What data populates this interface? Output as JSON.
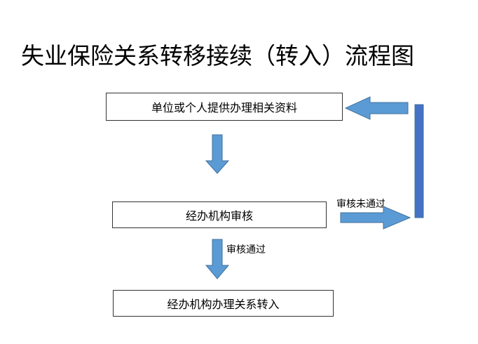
{
  "title": "失业保险关系转移接续（转入）流程图",
  "steps": [
    {
      "label": "单位或个人提供办理相关资料"
    },
    {
      "label": "经办机构审核"
    },
    {
      "label": "经办机构办理关系转入"
    }
  ],
  "edges": {
    "pass_label": "审核通过",
    "fail_label": "审核未通过"
  },
  "colors": {
    "arrow_fill": "#5b9bd5",
    "arrow_stroke": "#41719c",
    "bar_fill": "#4472c4",
    "box_border": "#333333"
  }
}
